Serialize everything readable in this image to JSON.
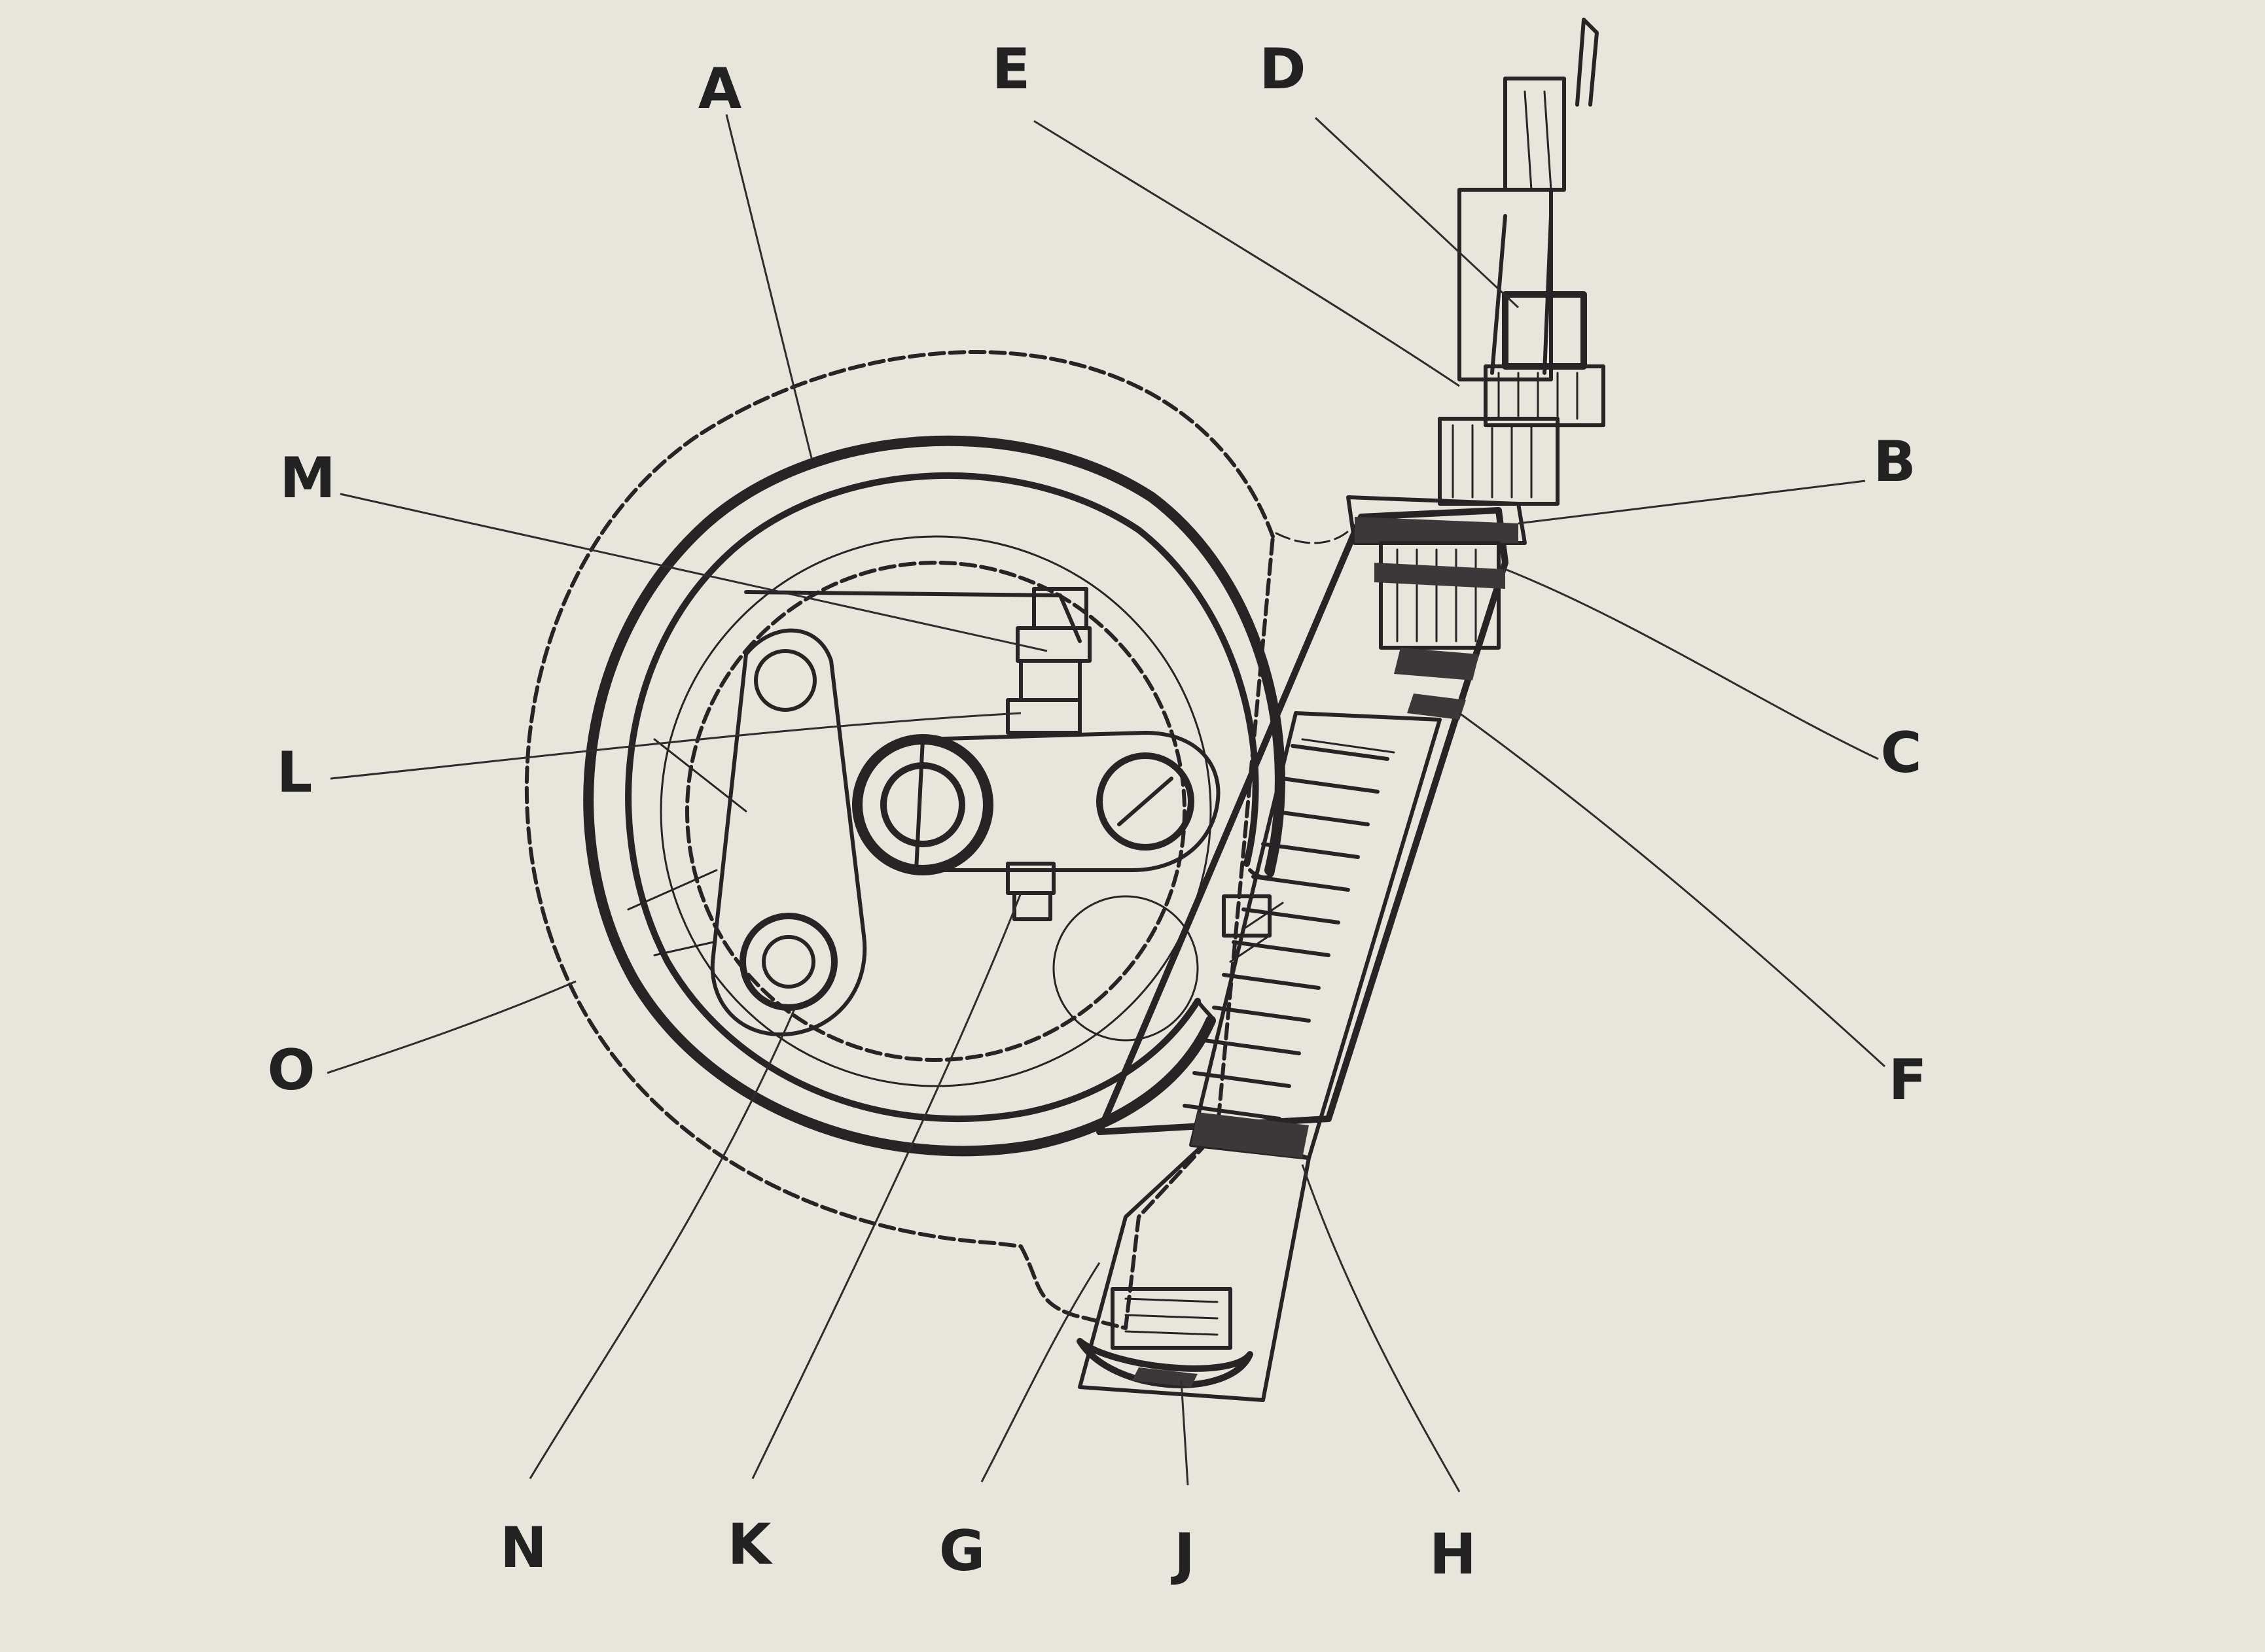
{
  "figure": {
    "labels": [
      "A",
      "E",
      "D",
      "M",
      "B",
      "L",
      "C",
      "O",
      "F",
      "N",
      "K",
      "G",
      "J",
      "H"
    ]
  }
}
